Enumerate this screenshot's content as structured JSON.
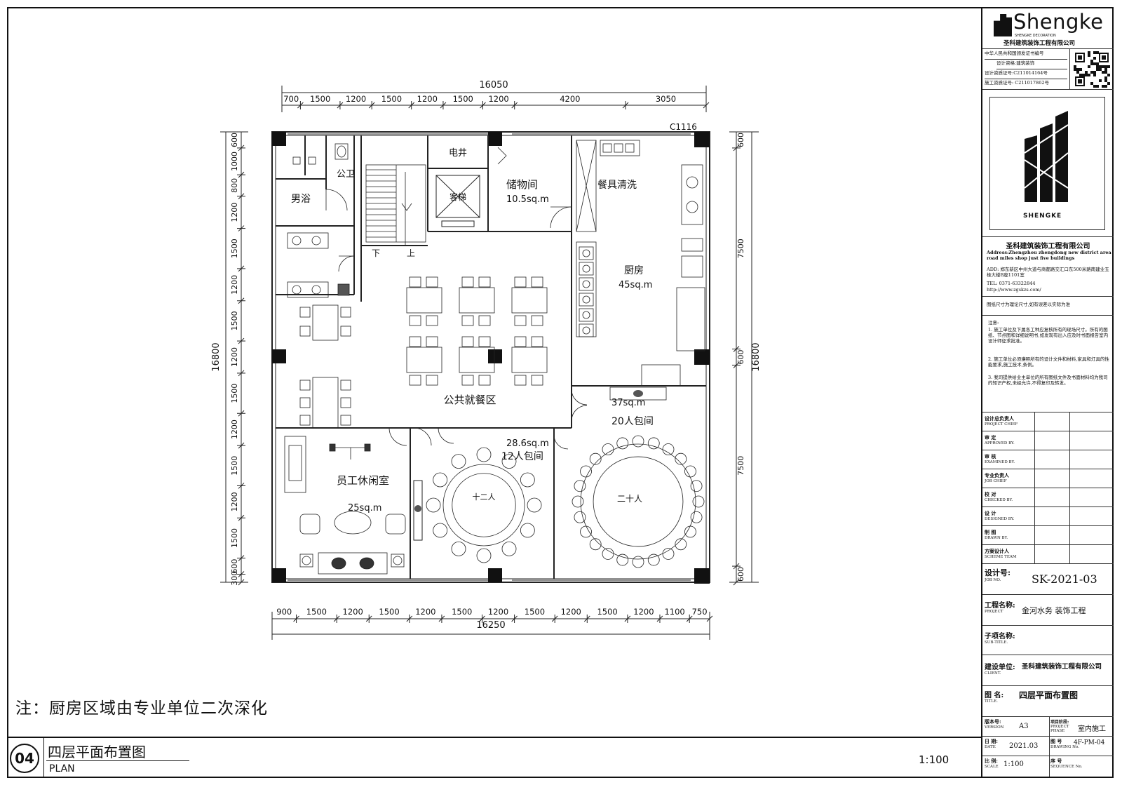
{
  "plan": {
    "dims_top": {
      "total": "16050",
      "segments": [
        "700",
        "1500",
        "1200",
        "1500",
        "1200",
        "1500",
        "1200",
        "4200",
        "3050"
      ]
    },
    "dims_bottom": {
      "total": "16250",
      "segments": [
        "900",
        "1500",
        "1200",
        "1500",
        "1200",
        "1500",
        "1200",
        "1500",
        "1200",
        "1500",
        "1200",
        "1100",
        "750"
      ]
    },
    "dims_left": {
      "total": "16800",
      "segments": [
        "600",
        "1000",
        "800",
        "1200",
        "1500",
        "1200",
        "1500",
        "1200",
        "1500",
        "1200",
        "1500",
        "1200",
        "1500",
        "600",
        "300"
      ]
    },
    "dims_right": {
      "total": "16800",
      "segments": [
        "600",
        "7500",
        "600",
        "7500",
        "600"
      ]
    },
    "window_label": "C1116",
    "rooms": {
      "public_toilet": "公卫",
      "mens_bath": "男浴",
      "electric_well": "电井",
      "elevator": "客梯",
      "storage": "储物间",
      "storage_area": "10.5sq.m",
      "dish_washing": "餐具清洗",
      "kitchen": "厨房",
      "kitchen_area": "45sq.m",
      "stair_down": "下",
      "stair_up": "上",
      "public_dining": "公共就餐区",
      "private_room_20_area": "37sq.m",
      "private_room_20": "20人包间",
      "staff_lounge": "员工休闲室",
      "staff_lounge_area": "25sq.m",
      "private_room_12_area": "28.6sq.m",
      "private_room_12": "12人包间",
      "table_12": "十二人",
      "table_20": "二十人"
    }
  },
  "note": "注：厨房区域由专业单位二次深化",
  "drawing_tag": {
    "number": "04",
    "title_cn": "四层平面布置图",
    "title_en": "PLAN",
    "scale": "1:100"
  },
  "title_block": {
    "brand": "Shengke",
    "brand_sub": "SHENGKE DECORATION",
    "company_cn": "圣科建筑装饰工程有限公司",
    "cert_lines": [
      "中华人民共和国颁发证书编号",
      "设计资格:建筑装饰",
      "设计资质证号:C211014164号",
      "施工资质证号: C211017862号"
    ],
    "logo_text": "SHENGKE",
    "company_name": "圣科建筑装饰工程有限公司",
    "address_en": "Address:Zhengzhou zhengdong new district area road miles shop just five buildings",
    "address_cn": "ADD: 郑东新区中州大道与商都路交汇口东500米路南建业五桂大楼B座1101室",
    "tel": "TEL: 0371-63322844",
    "web": "http://www.zgskzs.com/",
    "size_note": "图纸尺寸为理论尺寸,如有误差以实际为准",
    "notes_title": "注意:",
    "notes": [
      "1. 施工单位及下属各工种应复核所有的现场尺寸。所有的图纸、节点图和详细说明书,如发现有出入应及时书面报告室内设计师征求批准。",
      "2. 施工单位必须遵照所有的设计文件和材料,家具和灯具的性能要求,施工技术,条例。",
      "3. 我司提供给业主单位的所有图纸文件及书面材料均为我司的知识产权,未经允许,不得复印及转发。"
    ],
    "signoffs": [
      {
        "cn": "设计总负责人",
        "en": "PROJECT CHIEF"
      },
      {
        "cn": "审 定",
        "en": "APPROVED BY."
      },
      {
        "cn": "审 核",
        "en": "EXAMINED BY."
      },
      {
        "cn": "专业负责人",
        "en": "JOB CHIEF"
      },
      {
        "cn": "校 对",
        "en": "CHECKED BY."
      },
      {
        "cn": "设 计",
        "en": "DESIGNED BY."
      },
      {
        "cn": "制 图",
        "en": "DRAWN BY."
      },
      {
        "cn": "方案设计人",
        "en": "SCHEME TEAM"
      }
    ],
    "job_no": {
      "label_cn": "设计号:",
      "label_en": "JOB NO.",
      "value": "SK-2021-03"
    },
    "project": {
      "label_cn": "工程名称:",
      "label_en": "PROJECT",
      "value": "金河水务 装饰工程"
    },
    "subtitle": {
      "label_cn": "子项名称:",
      "label_en": "SUB-TITLE."
    },
    "client": {
      "label_cn": "建设单位:",
      "label_en": "CLIENT.",
      "value": "圣科建筑装饰工程有限公司"
    },
    "title": {
      "label_cn": "图 名:",
      "label_en": "TITLE.",
      "value": "四层平面布置图"
    },
    "version": {
      "label_cn": "版本号:",
      "label_en": "VERSION",
      "value": "A3"
    },
    "phase": {
      "label_cn": "项目阶段:",
      "label_en": "PROJECT PHASE",
      "value": "室内施工"
    },
    "date": {
      "label_cn": "日 期:",
      "label_en": "DATE",
      "value": "2021.03"
    },
    "drawing_no": {
      "label_cn": "图 号",
      "label_en": "DRAWING No.",
      "value": "4F-PM-04"
    },
    "scale": {
      "label_cn": "比 例:",
      "label_en": "SCALE",
      "value": "1:100"
    },
    "sequence": {
      "label_cn": "序 号",
      "label_en": "SEQUENCE No."
    }
  }
}
